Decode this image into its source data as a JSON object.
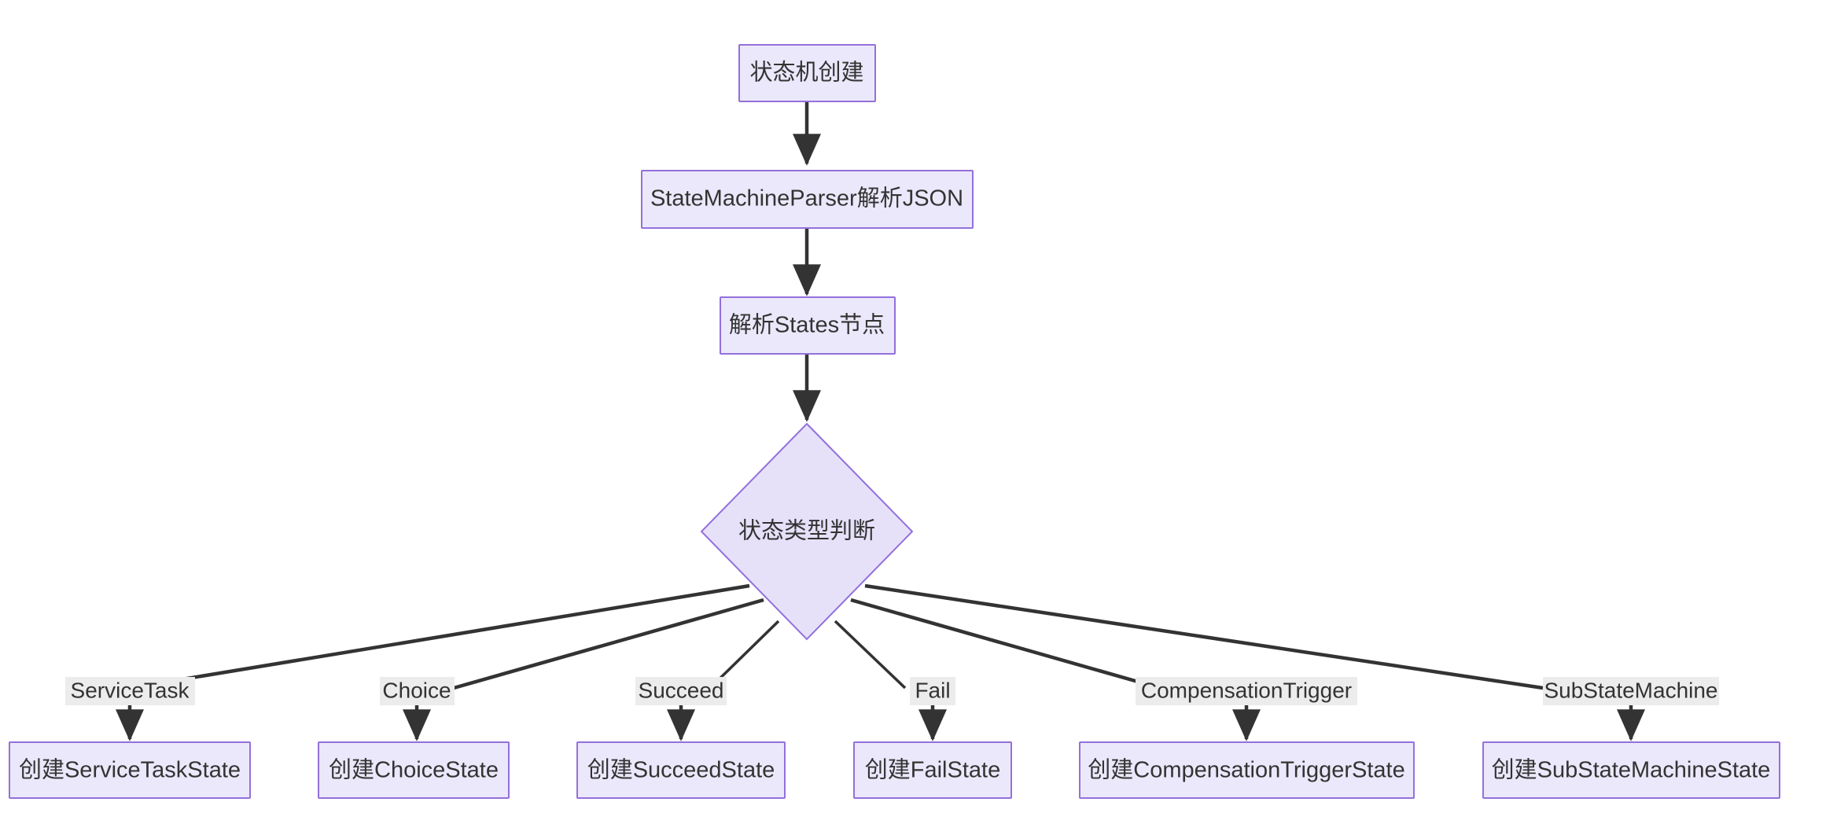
{
  "diagram": {
    "type": "flowchart",
    "direction": "top-down",
    "theme": {
      "node_fill": "#ECE8FB",
      "node_stroke": "#9370DB",
      "edge_color": "#333333",
      "edge_label_bg": "#ECECEC",
      "text_color": "#333333",
      "background": "#ffffff"
    },
    "nodes": {
      "start": {
        "id": "start",
        "label": "状态机创建",
        "shape": "rect"
      },
      "parse_json": {
        "id": "parse_json",
        "label": "StateMachineParser解析JSON",
        "shape": "rect"
      },
      "parse_states": {
        "id": "parse_states",
        "label": "解析States节点",
        "shape": "rect"
      },
      "decision": {
        "id": "decision",
        "label": "状态类型判断",
        "shape": "diamond"
      },
      "leaves": [
        {
          "id": "service_task",
          "label": "创建ServiceTaskState",
          "shape": "rect"
        },
        {
          "id": "choice",
          "label": "创建ChoiceState",
          "shape": "rect"
        },
        {
          "id": "succeed",
          "label": "创建SucceedState",
          "shape": "rect"
        },
        {
          "id": "fail",
          "label": "创建FailState",
          "shape": "rect"
        },
        {
          "id": "compensation_trigger",
          "label": "创建CompensationTriggerState",
          "shape": "rect"
        },
        {
          "id": "sub_state_machine",
          "label": "创建SubStateMachineState",
          "shape": "rect"
        }
      ]
    },
    "edges": [
      {
        "from": "start",
        "to": "parse_json",
        "label": ""
      },
      {
        "from": "parse_json",
        "to": "parse_states",
        "label": ""
      },
      {
        "from": "parse_states",
        "to": "decision",
        "label": ""
      },
      {
        "from": "decision",
        "to": "service_task",
        "label": "ServiceTask"
      },
      {
        "from": "decision",
        "to": "choice",
        "label": "Choice"
      },
      {
        "from": "decision",
        "to": "succeed",
        "label": "Succeed"
      },
      {
        "from": "decision",
        "to": "fail",
        "label": "Fail"
      },
      {
        "from": "decision",
        "to": "compensation_trigger",
        "label": "CompensationTrigger"
      },
      {
        "from": "decision",
        "to": "sub_state_machine",
        "label": "SubStateMachine"
      }
    ],
    "edge_labels": [
      "ServiceTask",
      "Choice",
      "Succeed",
      "Fail",
      "CompensationTrigger",
      "SubStateMachine"
    ]
  }
}
